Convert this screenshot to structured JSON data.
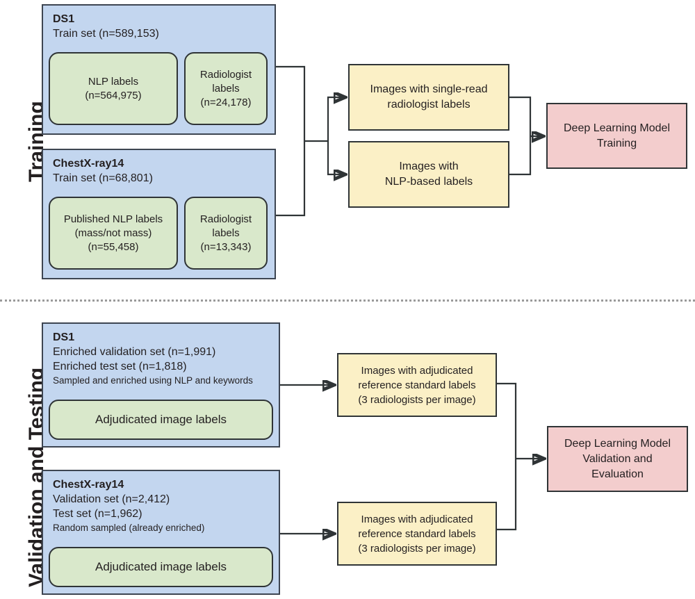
{
  "sections": [
    {
      "label": "Training"
    },
    {
      "label": "Validation and Testing"
    }
  ],
  "colors": {
    "dataset_box": "#c3d6ef",
    "label_box": "#d9e8cb",
    "images_box": "#fbf0c6",
    "model_box": "#f3cdcd",
    "stroke": "#2f3436",
    "divider": "#9a9a9a"
  },
  "training": {
    "datasets": [
      {
        "name": "DS1",
        "lines": [
          "Train set (n=589,153)"
        ],
        "children": [
          {
            "text": [
              "NLP labels",
              "(n=564,975)"
            ]
          },
          {
            "text": [
              "Radiologist",
              "labels",
              "(n=24,178)"
            ]
          }
        ]
      },
      {
        "name": "ChestX-ray14",
        "lines": [
          "Train set (n=68,801)"
        ],
        "children": [
          {
            "text": [
              "Published NLP labels",
              "(mass/not mass)",
              "(n=55,458)"
            ]
          },
          {
            "text": [
              "Radiologist",
              "labels",
              "(n=13,343)"
            ]
          }
        ]
      }
    ],
    "images": [
      {
        "text": [
          "Images with single-read",
          "radiologist labels"
        ]
      },
      {
        "text": [
          "Images with",
          "NLP-based labels"
        ]
      }
    ],
    "model": {
      "text": [
        "Deep Learning Model",
        "Training"
      ]
    }
  },
  "validation": {
    "datasets": [
      {
        "name": "DS1",
        "lines": [
          "Enriched validation set (n=1,991)",
          "Enriched test set (n=1,818)"
        ],
        "note": "Sampled and enriched using NLP and keywords",
        "child": {
          "text": "Adjudicated image labels"
        }
      },
      {
        "name": "ChestX-ray14",
        "lines": [
          "Validation set (n=2,412)",
          "Test set (n=1,962)"
        ],
        "note": "Random sampled (already enriched)",
        "child": {
          "text": "Adjudicated image labels"
        }
      }
    ],
    "images": [
      {
        "text": [
          "Images with adjudicated",
          "reference standard labels",
          "(3 radiologists per image)"
        ]
      },
      {
        "text": [
          "Images with adjudicated",
          "reference standard labels",
          "(3 radiologists per image)"
        ]
      }
    ],
    "model": {
      "text": [
        "Deep Learning Model",
        "Validation and",
        "Evaluation"
      ]
    }
  }
}
